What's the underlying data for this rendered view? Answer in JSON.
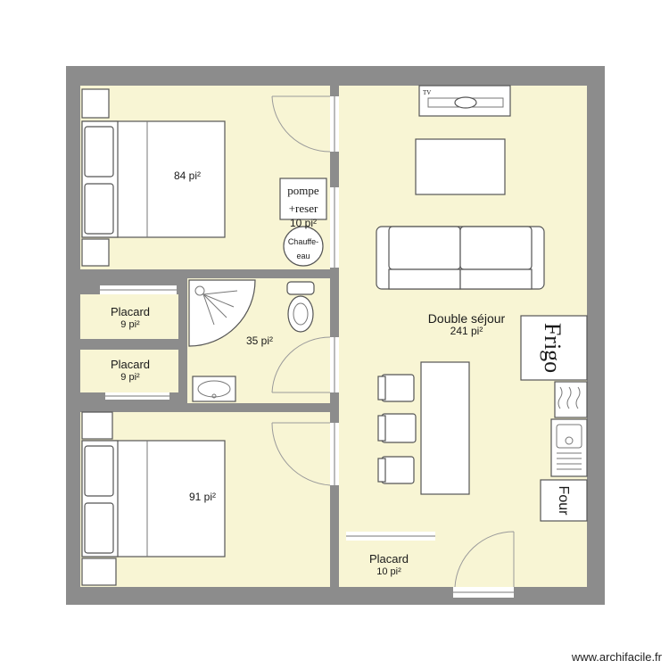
{
  "colors": {
    "wall": "#8c8c8c",
    "floor": "#f8f5d4",
    "furniture": "#ffffff",
    "stroke": "#555555"
  },
  "rooms": {
    "bedroom_top": {
      "area": "84 pi²"
    },
    "heater_closet": {
      "label_1": "pompe",
      "label_2": "+reser",
      "area": "10 pi²",
      "heater_label_1": "Chauffe-",
      "heater_label_2": "eau"
    },
    "bathroom": {
      "area": "35 pi²"
    },
    "closet_1": {
      "name": "Placard",
      "area": "9 pi²"
    },
    "closet_2": {
      "name": "Placard",
      "area": "9 pi²"
    },
    "bedroom_bottom": {
      "area": "91 pi²"
    },
    "living": {
      "name": "Double séjour",
      "area": "241 pi²"
    },
    "closet_3": {
      "name": "Placard",
      "area": "10 pi²"
    }
  },
  "appliances": {
    "tv": "TV",
    "fridge": "Frigo",
    "oven": "Four"
  },
  "watermark": "www.archifacile.fr"
}
